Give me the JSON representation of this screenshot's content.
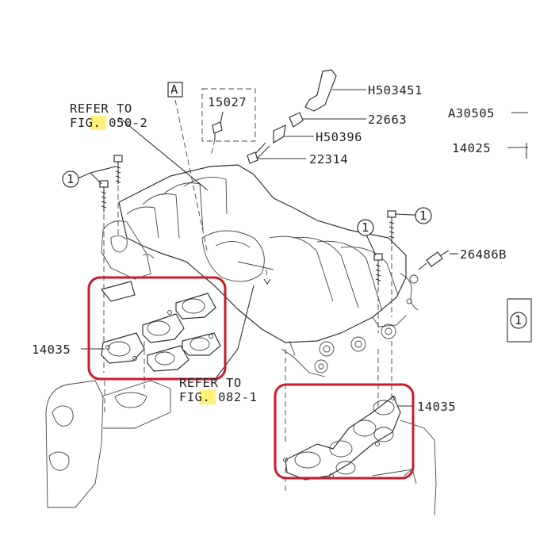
{
  "colors": {
    "highlight_box": "#cc1b2b",
    "text_highlight": "#fff27a",
    "line": "#333333"
  },
  "callouts": {
    "h503451": "H503451",
    "a30505": "A30505",
    "n15027": "15027",
    "n22663": "22663",
    "h50396": "H50396",
    "n14025": "14025",
    "n22314": "22314",
    "n26486b": "26486B",
    "n14035_left": "14035",
    "n14035_right": "14035",
    "ref_a": "A",
    "circle_ref_left": "1",
    "circle_ref_center": "1",
    "circle_ref_right_bolt": "1",
    "circle_ref_edge": "1"
  },
  "refer_050": {
    "line1": "REFER TO",
    "prefix": "FIG. ",
    "number": "050-2"
  },
  "refer_082": {
    "line1": "REFER TO",
    "prefix": "FIG. ",
    "number": "082-1"
  }
}
